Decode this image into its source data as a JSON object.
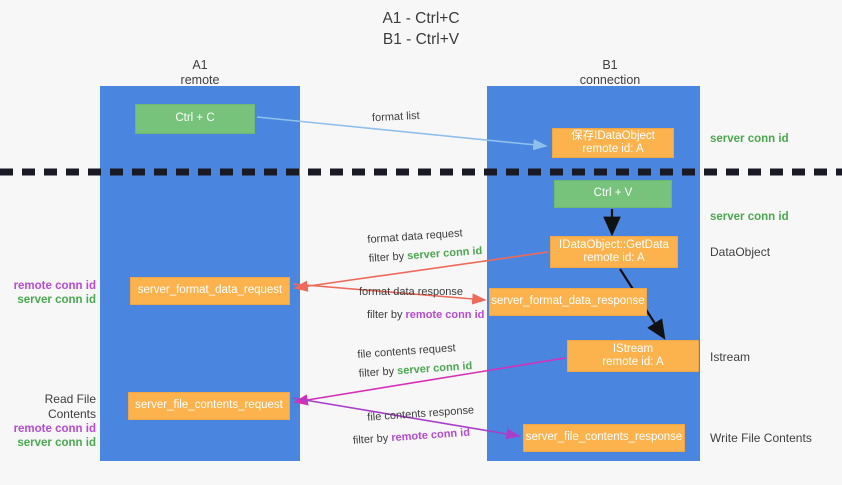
{
  "title": {
    "line1": "A1 - Ctrl+C",
    "line2": "B1 - Ctrl+V"
  },
  "columns": [
    {
      "name": "A1",
      "role": "remote"
    },
    {
      "name": "B1",
      "role": "connection"
    }
  ],
  "nodes": {
    "ctrl_c": {
      "label": "Ctrl + C",
      "color": "#78c37c"
    },
    "save_idataobject": {
      "line1": "保存IDataObject",
      "line2": "remote id: A",
      "color": "#fcb24d"
    },
    "ctrl_v": {
      "label": "Ctrl + V",
      "color": "#78c37c"
    },
    "getdata": {
      "line1": "IDataObject::GetData",
      "line2": "remote id: A",
      "color": "#fcb24d"
    },
    "format_data_request": {
      "label": "server_format_data_request",
      "color": "#fcb24d"
    },
    "format_data_response": {
      "label": "server_format_data_response",
      "color": "#fcb24d"
    },
    "istream": {
      "line1": "IStream",
      "line2": "remote id: A",
      "color": "#fcb24d"
    },
    "file_contents_request": {
      "label": "server_file_contents_request",
      "color": "#fcb24d"
    },
    "file_contents_response": {
      "label": "server_file_contents_response",
      "color": "#fcb24d"
    }
  },
  "arrow_labels": {
    "format_list": {
      "line1": "format list"
    },
    "format_data_request": {
      "line1": "format data request",
      "filter_prefix": "filter by ",
      "filter_key": "server conn id"
    },
    "format_data_response": {
      "line1": "format data response",
      "filter_prefix": "filter by ",
      "filter_key": "remote conn id"
    },
    "file_contents_request": {
      "line1": "file contents request",
      "filter_prefix": "filter by ",
      "filter_key": "server conn id"
    },
    "file_contents_response": {
      "line1": "file contents response",
      "filter_prefix": "filter by ",
      "filter_key": "remote conn id"
    }
  },
  "side_labels": {
    "server_conn_id_top": "server conn id",
    "server_conn_id_mid": "server conn id",
    "dataobject": "DataObject",
    "istream": "Istream",
    "write_file_contents": "Write File Contents",
    "read_file_contents": "Read File Contents",
    "remote_conn_id_a": "remote conn id",
    "server_conn_id_a": "server conn id",
    "remote_conn_id_b": "remote conn id",
    "server_conn_id_b": "server conn id"
  },
  "colors": {
    "lane": "#4a86df",
    "green_node": "#78c37c",
    "orange_node": "#fcb24d",
    "green_text": "#4aa84f",
    "purple_text": "#b84ad6",
    "arrow_light_blue": "#8fc0ec",
    "arrow_red": "#ef6a5a",
    "arrow_magenta": "#d630b8",
    "arrow_purple": "#a93fc8",
    "arrow_black": "#000000",
    "divider": "#1a1a24",
    "background": "#f7f7f7"
  }
}
